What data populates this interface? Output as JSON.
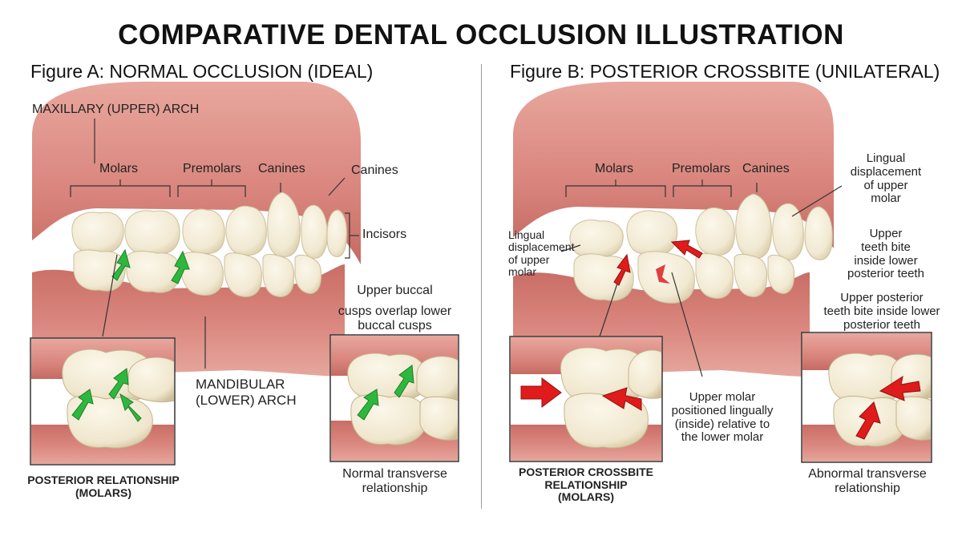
{
  "title": "COMPARATIVE DENTAL OCCLUSION ILLUSTRATION",
  "figure_a": {
    "title": "Figure A: NORMAL OCCLUSION (IDEAL)",
    "maxillary": "MAXILLARY (UPPER) ARCH",
    "molars": "Molars",
    "premolars": "Premolars",
    "canines": "Canines",
    "canines_side": "Canines",
    "incisors": "Incisors",
    "buccal_line1": "Upper buccal",
    "buccal_line2": "cusps overlap lower",
    "buccal_line3": "buccal cusps",
    "mandibular_line1": "MANDIBULAR",
    "mandibular_line2": "(LOWER) ARCH",
    "posterior_line1": "POSTERIOR RELATIONSHIP",
    "posterior_line2": "(MOLARS)",
    "transverse_line1": "Normal transverse",
    "transverse_line2": "relationship"
  },
  "figure_b": {
    "title": "Figure B: POSTERIOR CROSSBITE (UNILATERAL)",
    "molars": "Molars",
    "premolars": "Premolars",
    "canines": "Canines",
    "lingual_right_1": "Lingual",
    "lingual_right_2": "displacement",
    "lingual_right_3": "of upper",
    "lingual_right_4": "molar",
    "lingual_left_1": "Lingual",
    "lingual_left_2": "displacement",
    "lingual_left_3": "of upper",
    "lingual_left_4": "molar",
    "upper_bite_1": "Upper",
    "upper_bite_2": "teeth bite",
    "upper_bite_3": "inside lower",
    "upper_bite_4": "posterior teeth",
    "upper_post_1": "Upper posterior",
    "upper_post_2": "teeth bite inside lower",
    "upper_post_3": "posterior teeth",
    "molar_pos_1": "Upper molar",
    "molar_pos_2": "positioned lingually",
    "molar_pos_3": "(inside) relative to",
    "molar_pos_4": "the lower molar",
    "crossbite_1": "POSTERIOR CROSSBITE",
    "crossbite_2": "RELATIONSHIP",
    "crossbite_3": "(MOLARS)",
    "abnormal_1": "Abnormal transverse",
    "abnormal_2": "relationship"
  },
  "colors": {
    "gum": "#d9857d",
    "gum_dark": "#b8605a",
    "gum_light": "#eab0a6",
    "tooth": "#f5efdc",
    "tooth_shade": "#d9ceb1",
    "arrow_normal": "#2db83d",
    "arrow_abnormal": "#e01b1b"
  }
}
